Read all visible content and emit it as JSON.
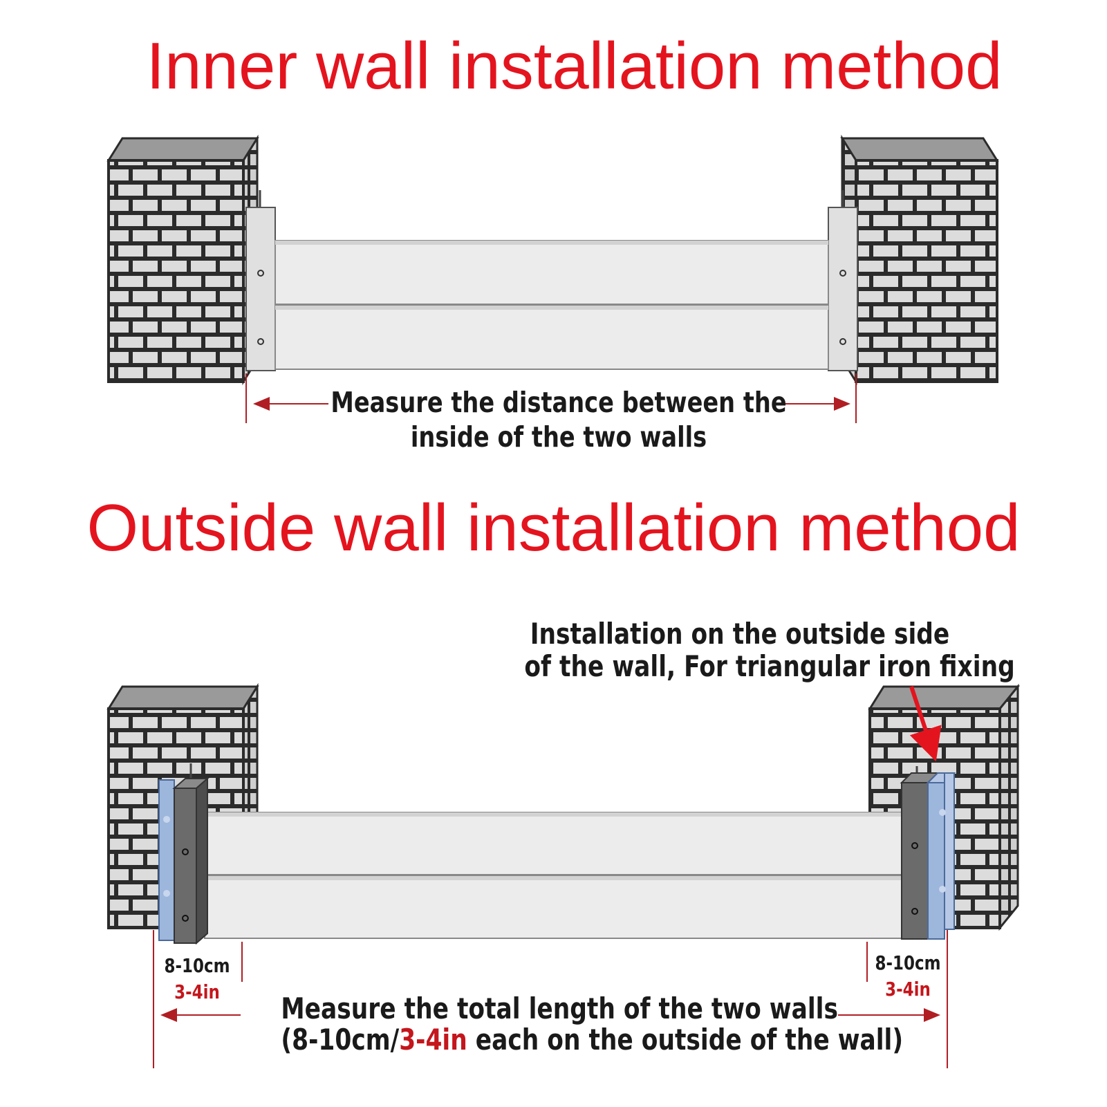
{
  "inner": {
    "title": "Inner wall installation method",
    "measure_line1": "Measure the distance between the",
    "measure_line2": "inside of the two walls"
  },
  "outside": {
    "title": "Outside wall installation method",
    "note_line1": "Installation on the outside side",
    "note_line2": "of the wall, For triangular iron fixing",
    "left_metric": "8-10cm",
    "left_imperial": "3-4in",
    "right_metric": "8-10cm",
    "right_imperial": "3-4in",
    "measure_line1": "Measure the total length of the two walls",
    "measure_line2_prefix": "(8-10cm/",
    "measure_line2_highlight": "3-4in",
    "measure_line2_suffix": " each on the outside of the wall)"
  },
  "colors": {
    "title": "#e4141e",
    "highlight": "#c4161c",
    "arrow": "#b01e23",
    "bracket_blue": "#9db6dc",
    "post_gray": "#6b6b6b",
    "panel": "#ececec",
    "brick": "#dcdcdc",
    "mortar": "#2b2b2b"
  }
}
